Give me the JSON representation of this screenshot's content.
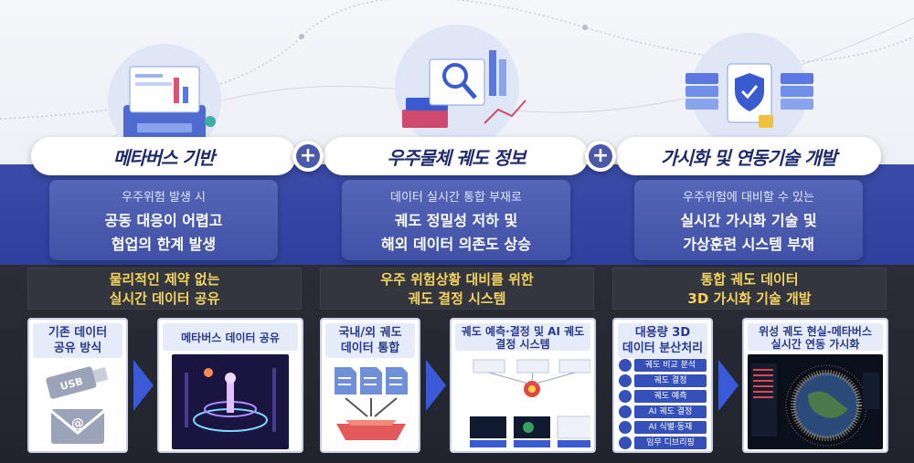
{
  "columns": [
    {
      "header": "메타버스 기반",
      "problem": {
        "line1": "우주위험 발생 시",
        "line2": "공동 대응이 어렵고",
        "line3": "협업의 한계 발생"
      },
      "goal": {
        "line1": "물리적인 제약 없는",
        "line2": "실시간 데이터 공유"
      },
      "left_card": {
        "title_line1": "기존 데이터",
        "title_line2": "공유 방식",
        "usb_label": "USB",
        "mail_symbol": "@"
      },
      "right_card": {
        "title": "메타버스 데이터 공유"
      }
    },
    {
      "header": "우주물체 궤도 정보",
      "problem": {
        "line1": "데이터 실시간 통합 부재로",
        "line2": "궤도 정밀성 저하 및",
        "line3": "해외 데이터 의존도 상승"
      },
      "goal": {
        "line1": "우주 위험상황 대비를 위한",
        "line2": "궤도 결정 시스템"
      },
      "left_card": {
        "title_line1": "국내/외 궤도",
        "title_line2": "데이터 통합"
      },
      "right_card": {
        "title_line1": "궤도 예측·결정 및 AI 궤도",
        "title_line2": "결정 시스템"
      }
    },
    {
      "header": "가시화 및 연동기술 개발",
      "problem": {
        "line1": "우주위험에 대비할 수 있는",
        "line2": "실시간 가시화 기술 및",
        "line3": "가상훈련 시스템 부재"
      },
      "goal": {
        "line1": "통합 궤도 데이터",
        "line2": "3D 가시화 기술 개발"
      },
      "left_card": {
        "title_line1": "대용량 3D",
        "title_line2": "데이터 분산처리",
        "items": [
          "궤도 비교 분석",
          "궤도 결정",
          "궤도 예측",
          "AI 궤도 결정",
          "AI 식별·동재",
          "임무 디브리핑"
        ]
      },
      "right_card": {
        "title_line1": "위성 궤도 현실-메타버스",
        "title_line2": "실시간 연동 가시화"
      }
    }
  ],
  "plus_symbol": "+",
  "colors": {
    "accent": "#3a4ba8",
    "goal_text": "#f3d35b",
    "card_title": "#283a8e",
    "dark_band": "#2a2c36"
  }
}
